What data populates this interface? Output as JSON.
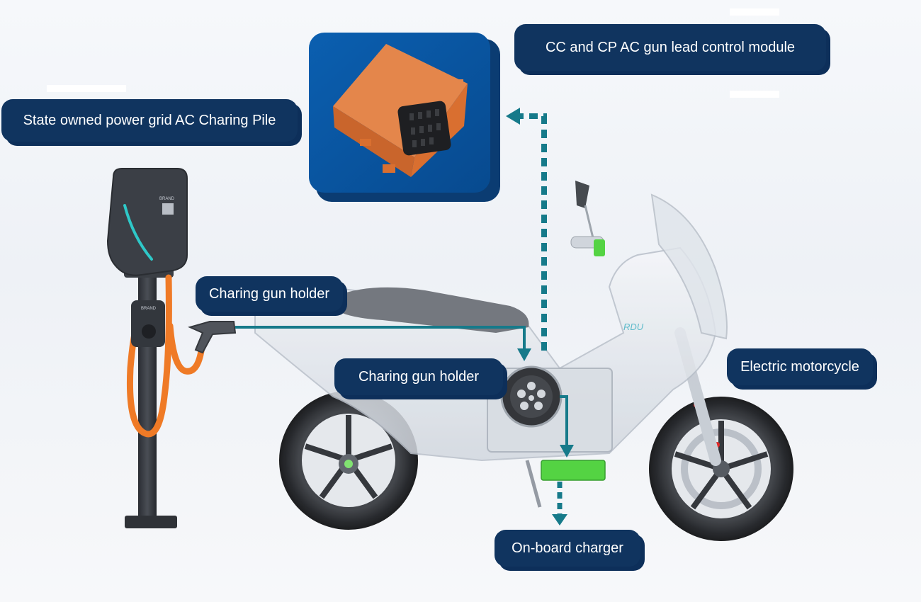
{
  "labels": {
    "grid_pile": "State owned power grid AC Charing Pile",
    "control_module": "CC and CP AC gun lead control module",
    "gun_holder_top": "Charing gun holder",
    "gun_holder_bottom": "Charing gun holder",
    "motorcycle": "Electric motorcycle",
    "onboard_charger": "On-board charger"
  },
  "brand_text": {
    "pile_logo": "BRAND",
    "handle_logo": "BRAND",
    "fairing_logo": "RDU"
  },
  "colors": {
    "label_bg": "#10345f",
    "module_panel": "#0a5aa8",
    "module_body": "#e07a3c",
    "flow_line": "#167a8a",
    "cable_orange": "#ef7a26",
    "charger_green": "#4cd23a"
  }
}
